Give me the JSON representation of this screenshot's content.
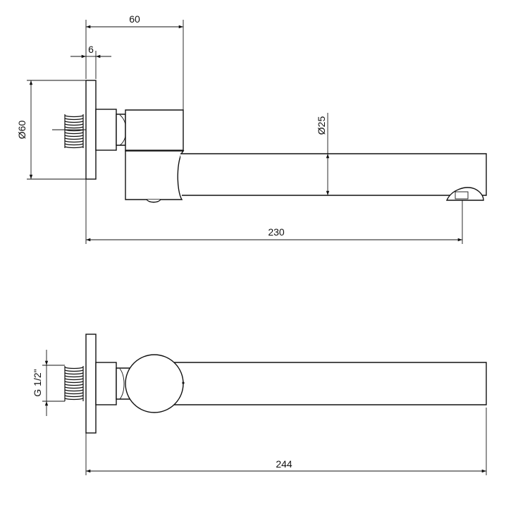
{
  "dimensions": {
    "top_width": "60",
    "flange_thickness": "6",
    "flange_diameter": "Ø60",
    "spout_diameter": "Ø25",
    "projection_top": "230",
    "connection_thread": "G 1/2\"",
    "projection_bottom": "244"
  },
  "colors": {
    "line": "#111111",
    "background": "#ffffff"
  }
}
